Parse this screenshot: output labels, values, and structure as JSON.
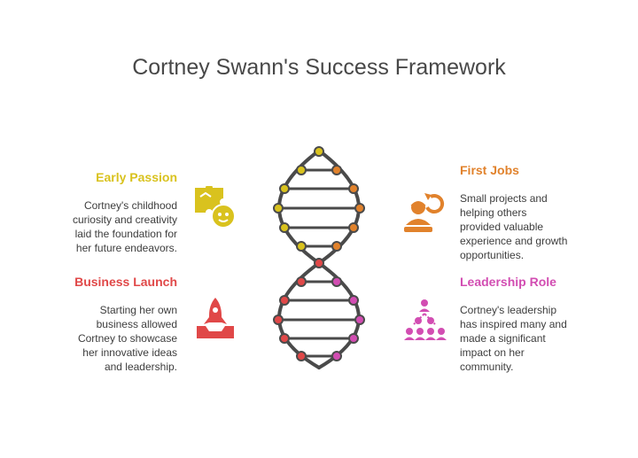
{
  "title": "Cortney Swann's Success Framework",
  "colors": {
    "yellow": "#d9c21e",
    "orange": "#e1822c",
    "red": "#e04848",
    "pink": "#d24db2",
    "rung": "#4a4a4a"
  },
  "items": [
    {
      "heading": "Early Passion",
      "description_lines": [
        "Cortney's childhood",
        "curiosity and creativity",
        "laid the foundation for",
        "her future endeavors."
      ],
      "icon": "puzzle-face-icon"
    },
    {
      "heading": "First Jobs",
      "description_lines": [
        "Small projects and",
        "helping others",
        "provided valuable",
        "experience and growth",
        "opportunities."
      ],
      "icon": "worker-refresh-icon"
    },
    {
      "heading": "Business Launch",
      "description_lines": [
        "Starting her own",
        "business allowed",
        "Cortney to showcase",
        "her innovative ideas",
        "and leadership."
      ],
      "icon": "rocket-launch-icon"
    },
    {
      "heading": "Leadership Role",
      "description_lines": [
        "Cortney's leadership",
        "has inspired many and",
        "made a significant",
        "impact on her",
        "community."
      ],
      "icon": "team-pyramid-icon"
    }
  ]
}
